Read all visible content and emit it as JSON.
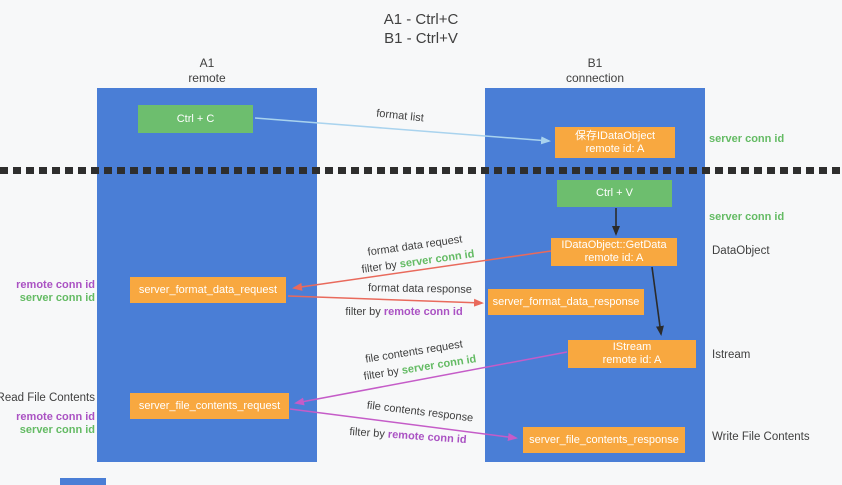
{
  "title": {
    "line1": "A1 - Ctrl+C",
    "line2": "B1 - Ctrl+V"
  },
  "columns": {
    "a1": {
      "name": "A1",
      "subtitle": "remote"
    },
    "b1": {
      "name": "B1",
      "subtitle": "connection"
    }
  },
  "nodes": {
    "ctrl_c": {
      "label": "Ctrl + C"
    },
    "ctrl_v": {
      "label": "Ctrl + V"
    },
    "save_dataobject": {
      "line1": "保存IDataObject",
      "line2": "remote id: A"
    },
    "getdata": {
      "line1": "IDataObject::GetData",
      "line2": "remote id: A"
    },
    "istream": {
      "line1": "IStream",
      "line2": "remote id: A"
    },
    "format_data_request": {
      "label": "server_format_data_request"
    },
    "format_data_response": {
      "label": "server_format_data_response"
    },
    "file_contents_request": {
      "label": "server_file_contents_request"
    },
    "file_contents_response": {
      "label": "server_file_contents_response"
    }
  },
  "arrow_labels": {
    "format_list": "format list",
    "format_data_request": "format data request",
    "format_data_response": "format data response",
    "file_contents_request": "file contents request",
    "file_contents_response": "file contents response",
    "filter_by": "filter by",
    "server_conn_id": "server conn id",
    "remote_conn_id": "remote conn id"
  },
  "side_labels": {
    "server_conn_id_top": "server conn id",
    "server_conn_id_mid": "server conn id",
    "dataobject": "DataObject",
    "istream": "Istream",
    "write_file_contents": "Write File Contents",
    "read_file_contents": "Read File Contents",
    "remote_conn_id_1": "remote conn id",
    "server_conn_id_1": "server conn id",
    "remote_conn_id_2": "remote conn id",
    "server_conn_id_2": "server conn id"
  },
  "colors": {
    "column-blue": "#4a7ed6",
    "node-green": "#6dbe6e",
    "node-orange": "#f8a840",
    "arrow-blue": "#a9d3ee",
    "arrow-red": "#e96a5c",
    "arrow-magenta": "#c55cc8",
    "arrow-black": "#2b2b2b",
    "text-green": "#64bb64",
    "text-purple": "#aa52c3",
    "dash": "#2e2e2e"
  }
}
